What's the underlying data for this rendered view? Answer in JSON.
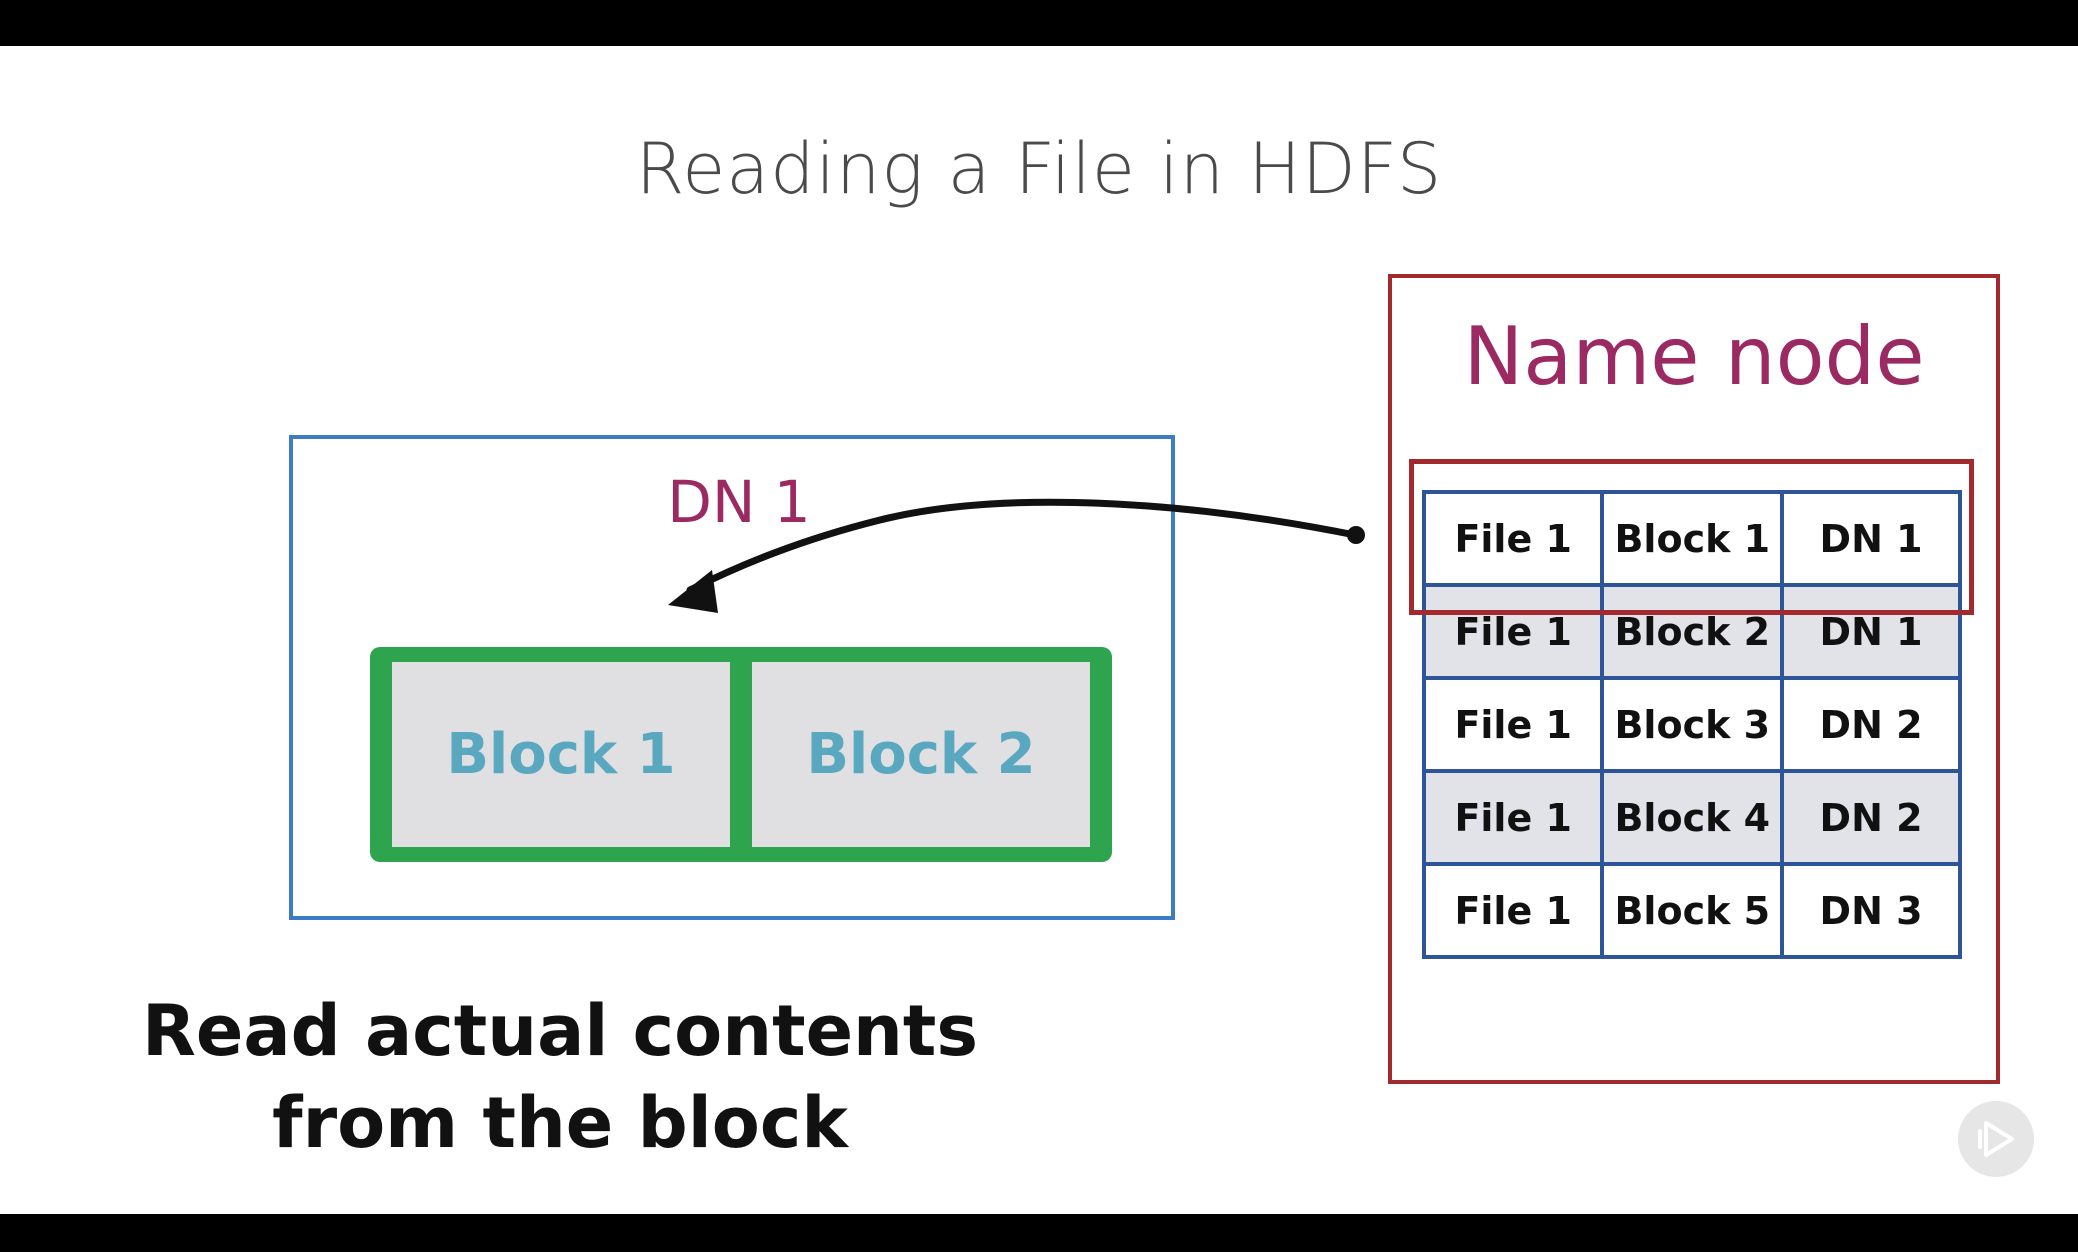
{
  "title": "Reading a File in HDFS",
  "datanode": {
    "label": "DN 1",
    "blocks": [
      "Block 1",
      "Block 2"
    ]
  },
  "caption": {
    "line1": "Read actual contents",
    "line2": "from the block"
  },
  "namenode": {
    "label": "Name node",
    "table": [
      [
        "File 1",
        "Block 1",
        "DN 1"
      ],
      [
        "File 1",
        "Block 2",
        "DN 1"
      ],
      [
        "File 1",
        "Block 3",
        "DN 2"
      ],
      [
        "File 1",
        "Block 4",
        "DN 2"
      ],
      [
        "File 1",
        "Block 5",
        "DN 3"
      ]
    ],
    "highlighted_row": 0
  },
  "colors": {
    "datanode_border": "#3b7cc4",
    "label_magenta": "#9b2a62",
    "block_green": "#2fa44f",
    "block_text": "#5aa8c0",
    "namenode_border": "#a22a2f",
    "table_border": "#2d5597"
  },
  "icons": {
    "arrow": "curved-arrow-icon",
    "player": "play-icon"
  }
}
